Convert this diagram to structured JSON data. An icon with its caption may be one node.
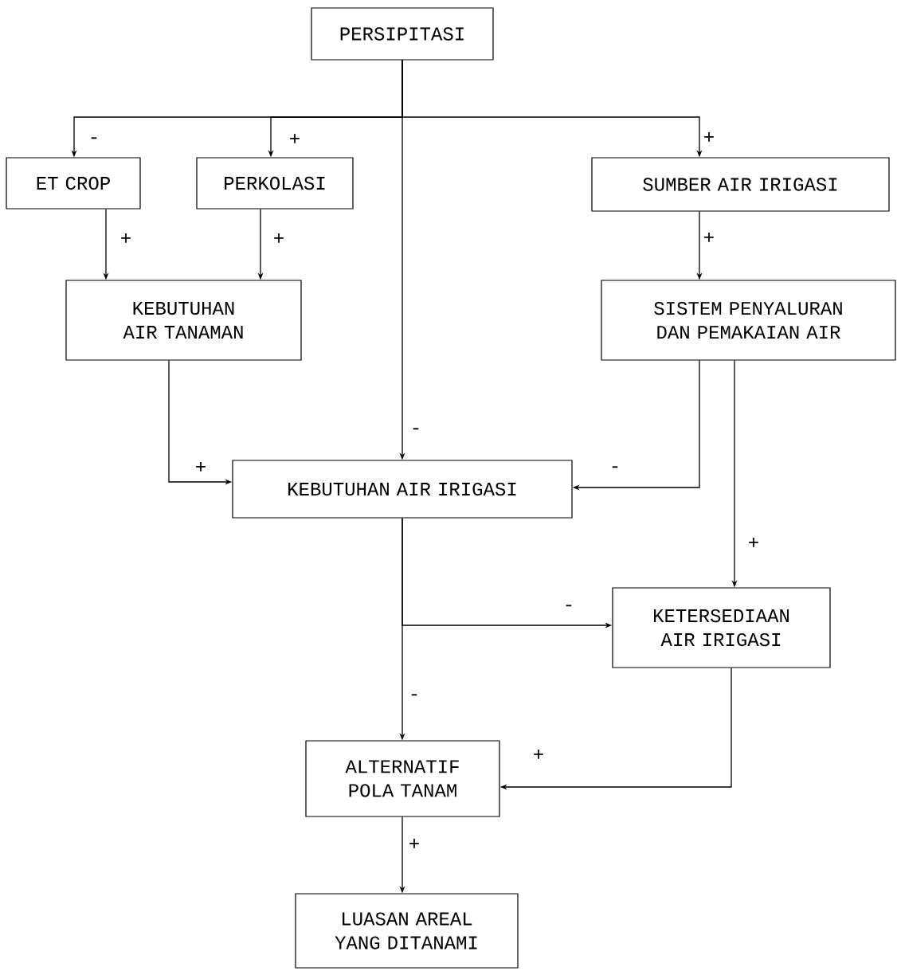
{
  "diagram": {
    "nodes": [
      {
        "text": [
          "PERSIPITASI"
        ]
      },
      {
        "text": [
          "ET CROP"
        ]
      },
      {
        "text": [
          "PERKOLASI"
        ]
      },
      {
        "text": [
          "SUMBER AIR IRIGASI"
        ]
      },
      {
        "text": [
          "KEBUTUHAN AIR TANAMAN"
        ]
      },
      {
        "text": [
          "SISTEM PENYALURAN DAN PEMAKAIAN AIR"
        ]
      },
      {
        "text": [
          "KEBUTUHAN AIR IRIGASI"
        ]
      },
      {
        "text": [
          "KETERSEDIAAN AIR IRIGASI"
        ]
      },
      {
        "text": [
          "ALTERNATIF POLA TANAM"
        ]
      },
      {
        "text": [
          "LUASAN AREAL YANG DITANAMI"
        ]
      }
    ],
    "edges": [
      {
        "from": 0,
        "to": 1,
        "arrow": "to",
        "label": "-"
      },
      {
        "from": 0,
        "to": 2,
        "arrow": "to",
        "label": "+"
      },
      {
        "from": 0,
        "to": 6,
        "arrow": "to",
        "label": "-"
      },
      {
        "from": 0,
        "to": 3,
        "arrow": "to",
        "label": "+"
      },
      {
        "from": 1,
        "to": 4,
        "arrow": "to",
        "label": "+"
      },
      {
        "from": 2,
        "to": 4,
        "arrow": "to",
        "label": "+"
      },
      {
        "from": 3,
        "to": 5,
        "arrow": "to",
        "label": "+"
      },
      {
        "from": 4,
        "to": 6,
        "arrow": "to",
        "label": "+"
      },
      {
        "from": 5,
        "to": 6,
        "arrow": "to",
        "label": "-"
      },
      {
        "from": 5,
        "to": 7,
        "arrow": "to",
        "label": "+"
      },
      {
        "from": 6,
        "to": 8,
        "arrow": "to",
        "label": "-"
      },
      {
        "from": 6,
        "to": 7,
        "arrow": "to",
        "label": "-"
      },
      {
        "from": 7,
        "to": 8,
        "arrow": "to",
        "label": "+"
      },
      {
        "from": 8,
        "to": 9,
        "arrow": "to",
        "label": "+"
      }
    ]
  }
}
